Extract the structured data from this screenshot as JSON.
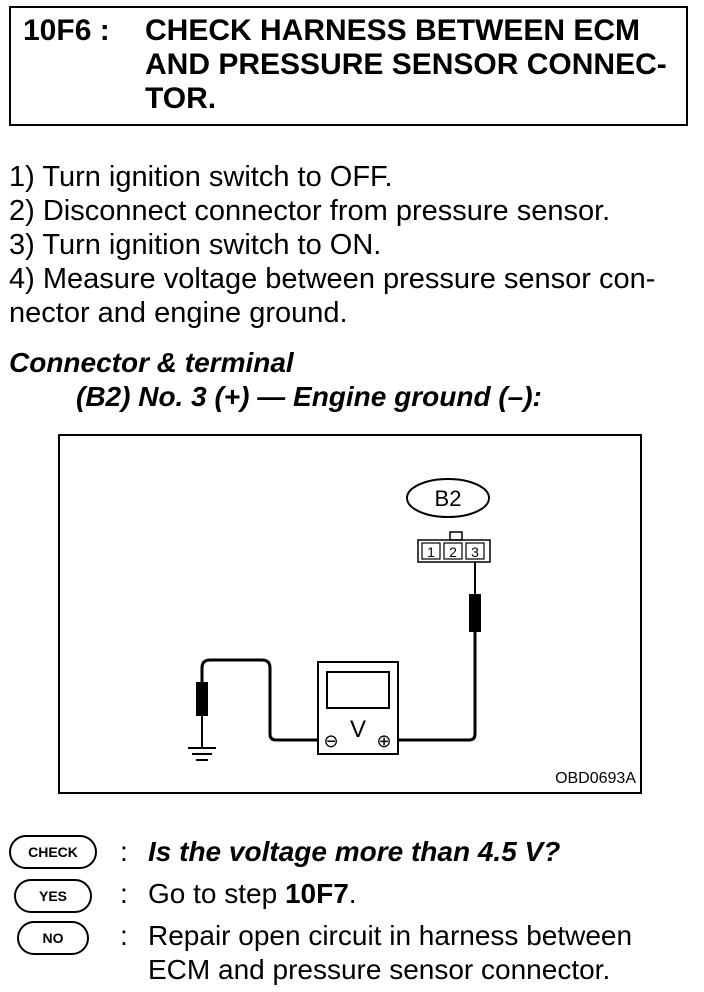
{
  "header": {
    "code": "10F6 :",
    "title": "CHECK HARNESS BETWEEN ECM AND PRESSURE SENSOR CONNEC-TOR."
  },
  "steps": [
    "1) Turn ignition switch to OFF.",
    "2) Disconnect connector from pressure sensor.",
    "3) Turn ignition switch to ON.",
    "4) Measure voltage between pressure sensor con-nector and engine ground."
  ],
  "connector_info": {
    "title": "Connector & terminal",
    "detail": "(B2) No. 3 (+) — Engine ground (–):"
  },
  "diagram": {
    "connector_label": "B2",
    "terminals": [
      "1",
      "2",
      "3"
    ],
    "meter_symbol": "V",
    "minus_symbol": "⊖",
    "plus_symbol": "⊕",
    "code": "OBD0693A"
  },
  "check": {
    "badge": "CHECK",
    "question": "Is the voltage more than 4.5 V?"
  },
  "yes": {
    "badge": "YES",
    "text": "Go to step ",
    "target": "10F7",
    "suffix": "."
  },
  "no": {
    "badge": "NO",
    "text_line1": "Repair open circuit in harness between",
    "text_line2": "ECM and pressure sensor connector."
  },
  "separator": ":"
}
